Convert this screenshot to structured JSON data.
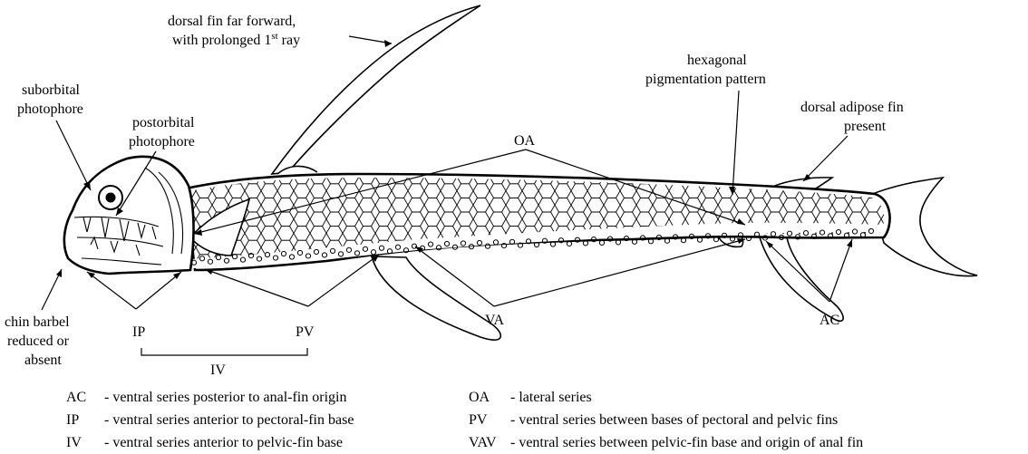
{
  "labels": {
    "dorsal_fin_line1": "dorsal fin far forward,",
    "dorsal_fin_line2": "with prolonged 1",
    "dorsal_fin_sup": "st",
    "dorsal_fin_end": " ray",
    "suborbital_line1": "suborbital",
    "suborbital_line2": "photophore",
    "postorbital_line1": "postorbital",
    "postorbital_line2": "photophore",
    "hexagonal_line1": "hexagonal",
    "hexagonal_line2": "pigmentation pattern",
    "adipose_line1": "dorsal adipose fin",
    "adipose_line2": "present",
    "oa": "OA",
    "chin_line1": "chin barbel",
    "chin_line2": "reduced or",
    "chin_line3": "absent",
    "ip": "IP",
    "pv": "PV",
    "iv": "IV",
    "va": "VA",
    "ac": "AC"
  },
  "legend": {
    "left": [
      {
        "code": "AC",
        "desc": "- ventral series posterior to anal-fin origin"
      },
      {
        "code": "IP",
        "desc": "- ventral series anterior to pectoral-fin base"
      },
      {
        "code": "IV",
        "desc": "- ventral series anterior to pelvic-fin base"
      }
    ],
    "right": [
      {
        "code": "OA",
        "desc": "- lateral series"
      },
      {
        "code": "PV",
        "desc": "- ventral series between bases of pectoral and pelvic fins"
      },
      {
        "code": "VAV",
        "desc": "- ventral series between pelvic-fin base and origin of anal fin"
      }
    ]
  }
}
